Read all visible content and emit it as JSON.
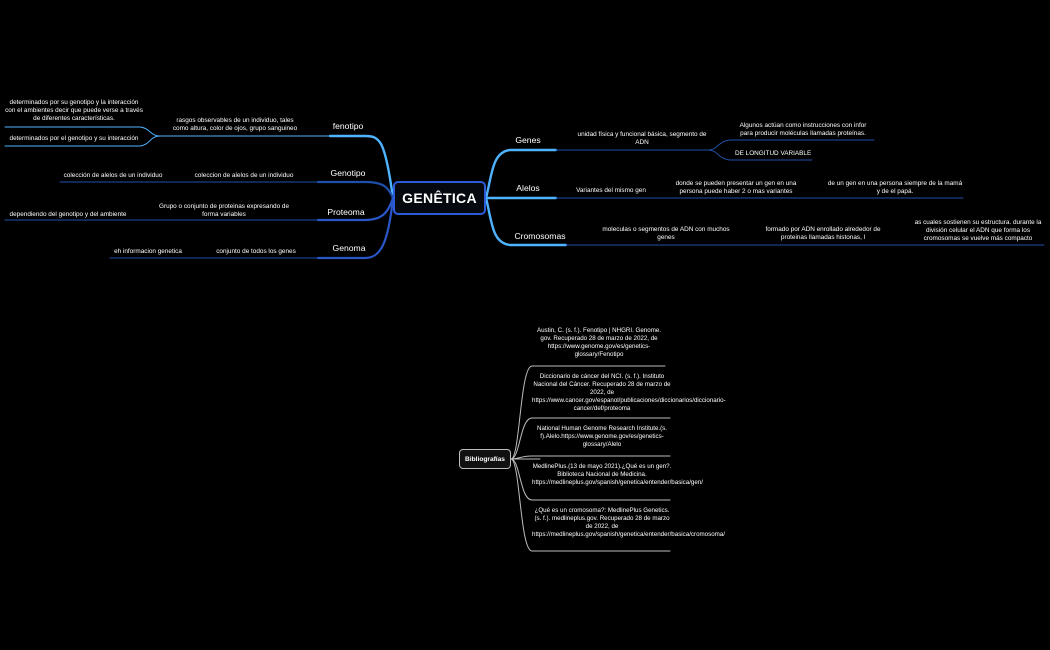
{
  "root": "GENÊTICA",
  "left": {
    "fenotipo": {
      "label": "fenotipo",
      "desc": "rasgos observables de un individuo, tales como altura, color de ojos, grupo sanguineo",
      "sub1": "determinados por su genotipo y la interacción con el ambientes decir que puede verse a través de diferentes características.",
      "sub2": "determinados por el genotipo y su interacción"
    },
    "genotipo": {
      "label": "Genotipo",
      "desc": "coleccion de alelos de un individuo",
      "sub": "colección de alelos de un individuo"
    },
    "proteoma": {
      "label": "Proteoma",
      "desc": "Grupo o conjunto de proteinas  expresando de forma variables",
      "sub": "dependiendo del genotipo y del ambiente"
    },
    "genoma": {
      "label": "Genoma",
      "desc": "conjunto de todos los genes",
      "sub": "eh informacion genetica"
    }
  },
  "right": {
    "genes": {
      "label": "Genes",
      "desc": "unidad física y funcional básica, segmento de ADN",
      "sub1": "Algunos actúan como instrucciones con infor para producir moléculas llamadas proteínas.",
      "sub2": "DE LONGITUD VARIABLE"
    },
    "alelos": {
      "label": "Alelos",
      "desc": "Variantes del mismo gen",
      "sub1": "donde se pueden presentar un gen en una persona puede haber 2 o mas variantes",
      "sub2": "de un gen en una persona siempre de la mamá y de el papá."
    },
    "cromosomas": {
      "label": "Cromosomas",
      "desc": "moleculas o segmentos de ADN con muchos genes",
      "sub1": "formado por ADN enrollado alrededor de proteinas llamadas histonas, l",
      "sub2": "as cuales sostienen su estructura. durante la división celular el ADN que forma los cromosomas se vuelve más compacto"
    }
  },
  "bibliografia": {
    "label": "Bibliografías",
    "refs": [
      "Austin, C. (s. f.). Fenotipo | NHGRI. Genome. gov. Recuperado 28 de marzo de 2022, de https://www.genome.gov/es/genetics-glossary/Fenotipo",
      "Diccionario de cáncer del NCI. (s. f.). Instituto Nacional del Cáncer. Recuperado 28 de marzo de 2022, de https://www.cancer.gov/espanol/publicaciones/diccionarios/diccionario-cancer/def/proteoma",
      "National Human Genome Research Institute.(s. f).Alelo.https://www.genome.gov/es/genetics-glossary/Alelo",
      "MedlinePlus.(13 de mayo 2021).¿Qué es un gen?. Biblioteca Nacional de Medicina. https://medlineplus.gov/spanish/genetica/entender/basica/gen/",
      "¿Qué es un cromosoma?: MedlinePlus Genetics. (s. f.). medlineplus.gov. Recuperado 28 de marzo de 2022, de https://medlineplus.gov/spanish/genetica/entender/basica/cromosoma/"
    ]
  },
  "colors": {
    "background": "#000000",
    "right_branch": "#4fb3ff",
    "left_branch": "#2a56c8",
    "bib_branch": "#bdbdbd",
    "root_border": "#2b5bd8"
  }
}
